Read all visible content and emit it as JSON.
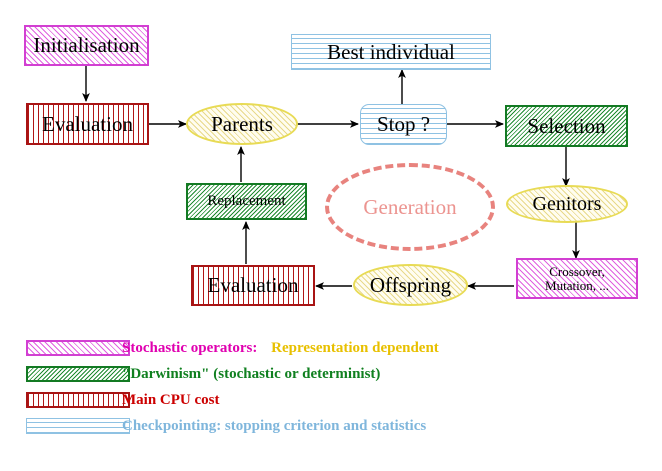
{
  "diagram": {
    "title": "Evolutionary Algorithm Cycle",
    "nodes": {
      "initialisation": {
        "label": "Initialisation",
        "style": "magenta-hatch-box"
      },
      "evaluation_top": {
        "label": "Evaluation",
        "style": "red-vertical-hatch-box"
      },
      "parents": {
        "label": "Parents",
        "style": "yellow-hatch-ellipse"
      },
      "stop": {
        "label": "Stop ?",
        "style": "blue-horizontal-hatch-rounded-box"
      },
      "best_individual": {
        "label": "Best individual",
        "style": "blue-horizontal-hatch-box"
      },
      "selection": {
        "label": "Selection",
        "style": "green-hatch-box"
      },
      "genitors": {
        "label": "Genitors",
        "style": "yellow-hatch-ellipse"
      },
      "crossover": {
        "label_line1": "Crossover,",
        "label_line2": "Mutation, ...",
        "style": "magenta-hatch-box"
      },
      "offspring": {
        "label": "Offspring",
        "style": "yellow-hatch-ellipse"
      },
      "evaluation_bottom": {
        "label": "Evaluation",
        "style": "red-vertical-hatch-box"
      },
      "replacement": {
        "label": "Replacement",
        "style": "green-hatch-box"
      },
      "generation": {
        "label": "Generation",
        "style": "salmon-dashed-ellipse"
      }
    },
    "edges": [
      {
        "from": "initialisation",
        "to": "evaluation_top"
      },
      {
        "from": "evaluation_top",
        "to": "parents"
      },
      {
        "from": "parents",
        "to": "stop"
      },
      {
        "from": "stop",
        "to": "best_individual"
      },
      {
        "from": "stop",
        "to": "selection"
      },
      {
        "from": "selection",
        "to": "genitors"
      },
      {
        "from": "genitors",
        "to": "crossover"
      },
      {
        "from": "crossover",
        "to": "offspring"
      },
      {
        "from": "offspring",
        "to": "evaluation_bottom"
      },
      {
        "from": "evaluation_bottom",
        "to": "replacement"
      },
      {
        "from": "replacement",
        "to": "parents"
      }
    ]
  },
  "legend": {
    "rows": [
      {
        "swatch": "magenta-diagonal-hatch",
        "text_part1": "Stochastic operators:",
        "text_part2": "Representation dependent",
        "color1": "#e000b0",
        "color2": "#e8c000"
      },
      {
        "swatch": "green-diagonal-hatch",
        "text_part1": "\"Darwinism\" (stochastic or determinist)",
        "text_part2": "",
        "color1": "#108020",
        "color2": ""
      },
      {
        "swatch": "red-vertical-hatch",
        "text_part1": "Main CPU cost",
        "text_part2": "",
        "color1": "#cc0000",
        "color2": ""
      },
      {
        "swatch": "blue-horizontal-hatch",
        "text_part1": "Checkpointing: stopping criterion and statistics",
        "text_part2": "",
        "color1": "#7fb6dc",
        "color2": ""
      }
    ]
  },
  "colors": {
    "magenta_border": "#d23fd2",
    "magenta_hatch": "#e060e0",
    "green_border": "#137a23",
    "green_hatch": "#1f8a2f",
    "red_border": "#a81414",
    "red_hatch": "#b01515",
    "blue_border": "#8fc2e3",
    "blue_hatch": "#8fc2e3",
    "yellow_border": "#e8db55",
    "yellow_hatch": "#e8d98a",
    "salmon_dash": "#e8837e",
    "salmon_text": "#ec9490",
    "arrow": "#000000",
    "background": "#ffffff"
  }
}
